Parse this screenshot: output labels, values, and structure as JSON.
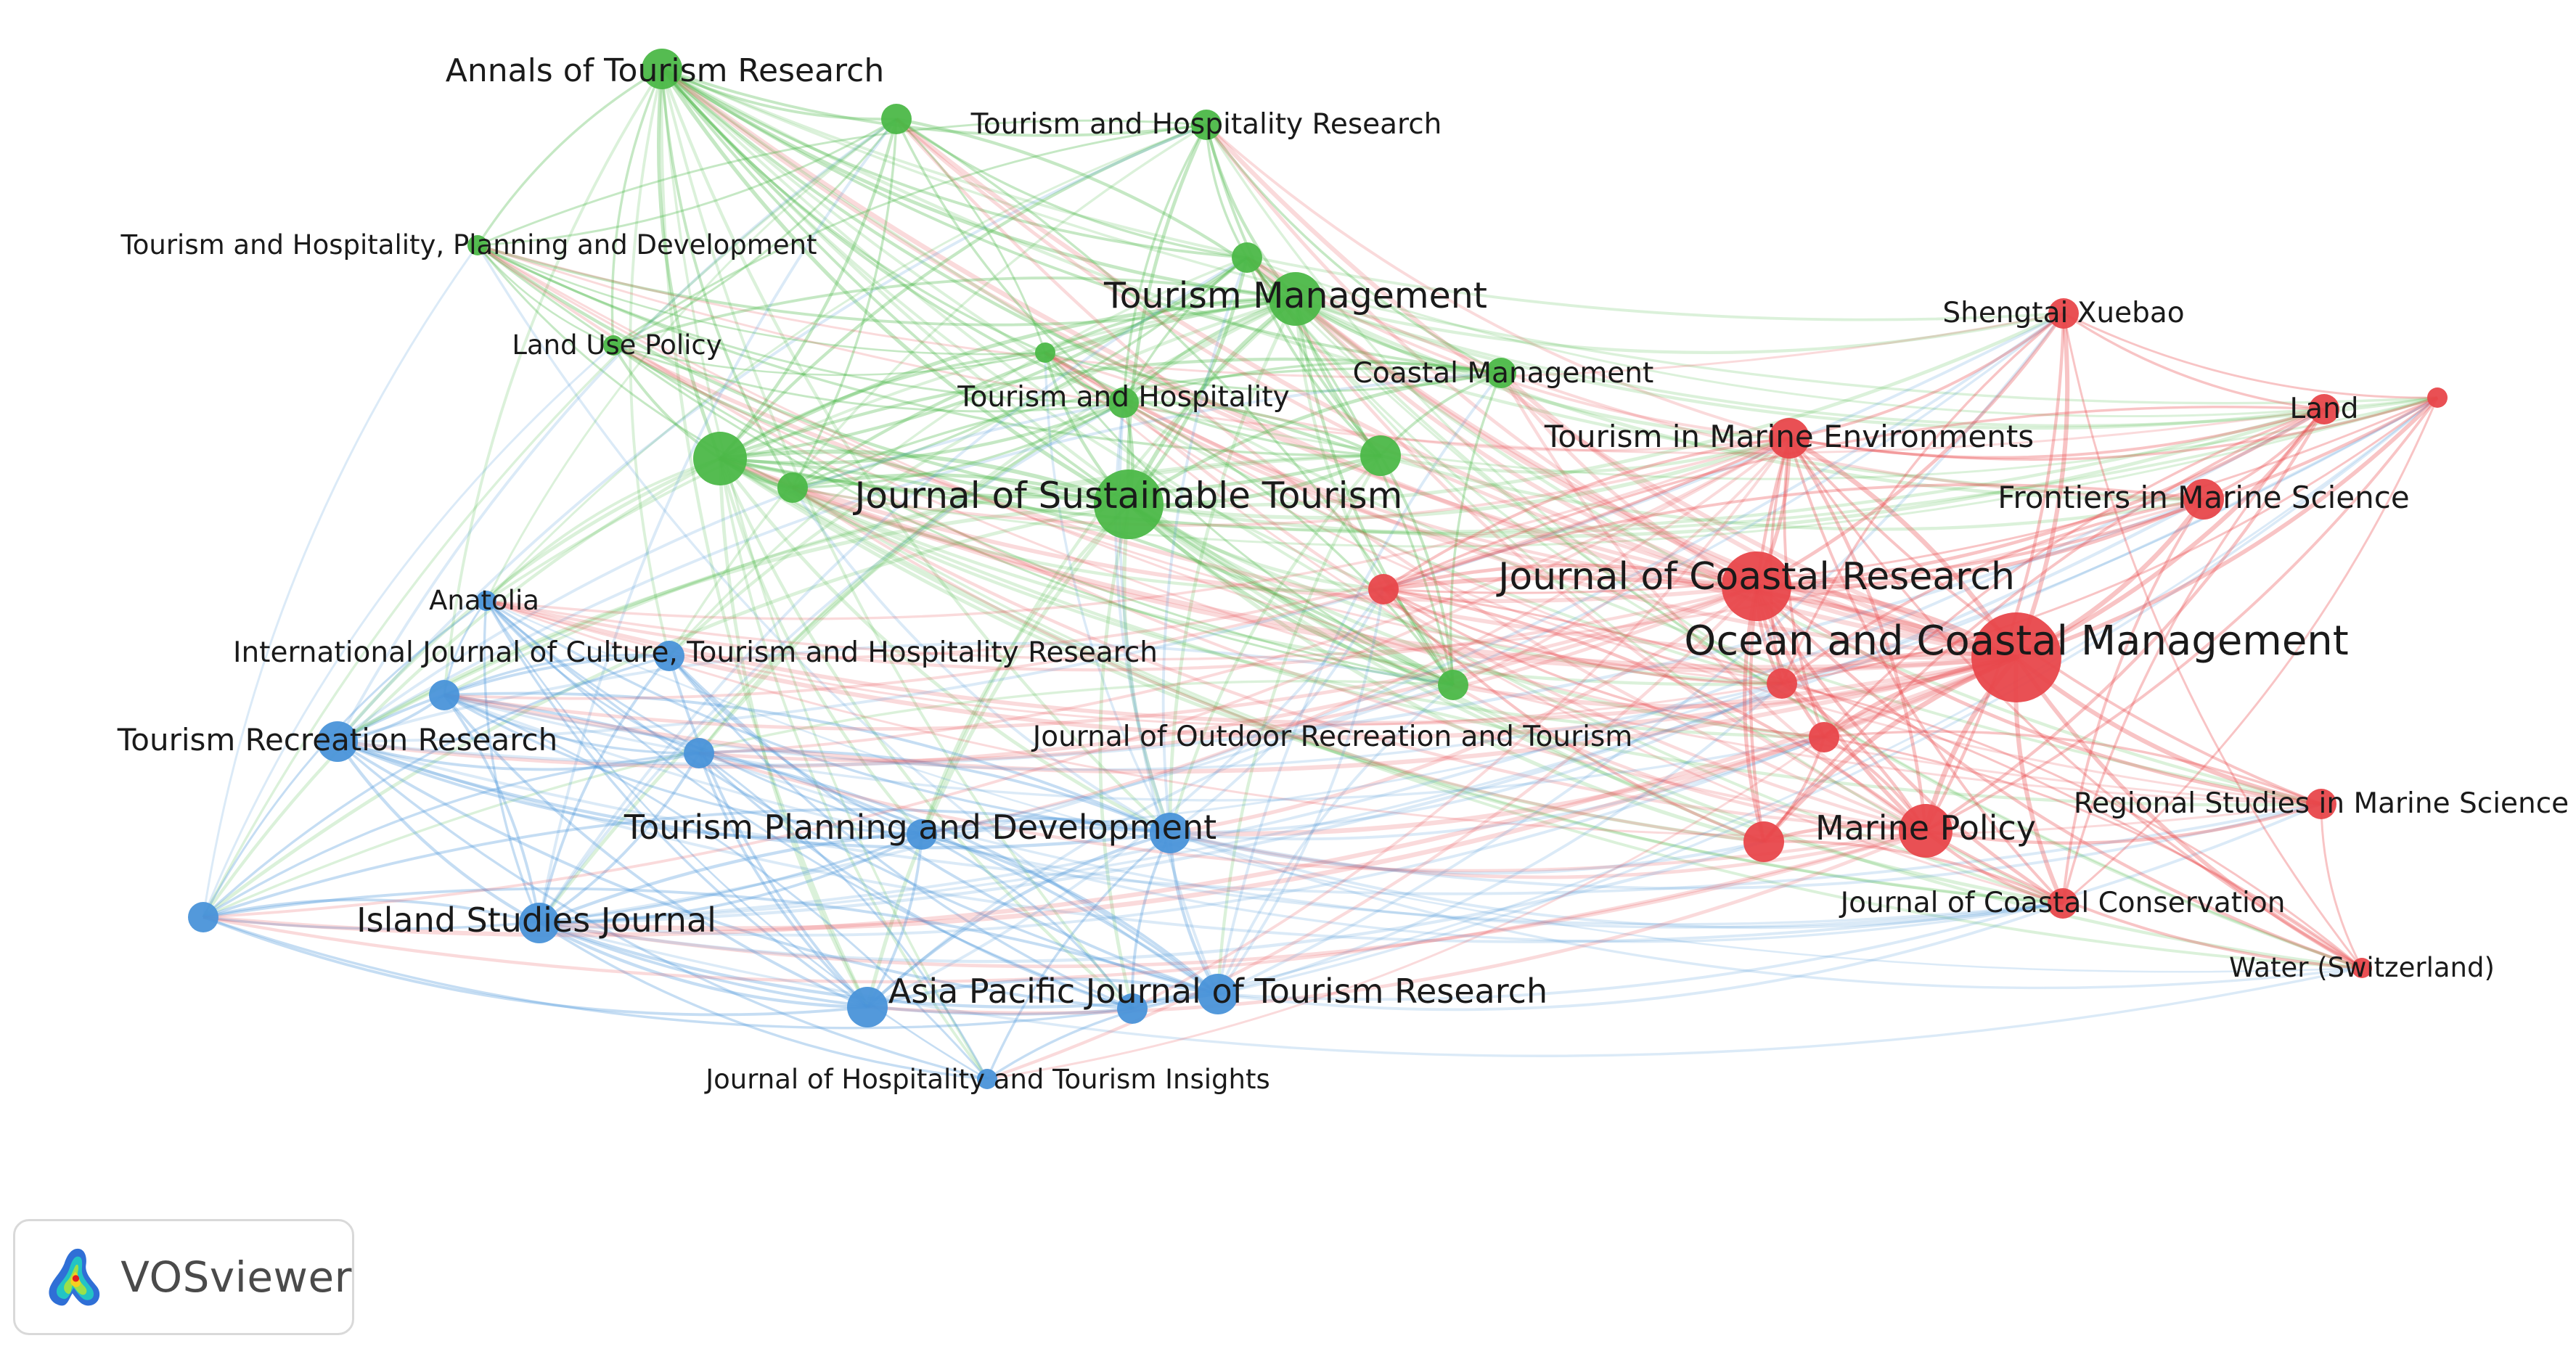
{
  "app": {
    "name": "VOSviewer",
    "logo_icon": "vosviewer-logo-icon"
  },
  "clusters": {
    "green": "#4cb848",
    "blue": "#4a94d9",
    "red": "#e8474b"
  },
  "nodes": [
    {
      "id": "annals",
      "label": "Annals of Tourism Research",
      "cluster": "green",
      "weight": 3
    },
    {
      "id": "thr",
      "label": "Tourism and Hospitality Research",
      "cluster": "green",
      "weight": 2
    },
    {
      "id": "thpd",
      "label": "Tourism and Hospitality, Planning and Development",
      "cluster": "green",
      "weight": 1
    },
    {
      "id": "tm",
      "label": "Tourism Management",
      "cluster": "green",
      "weight": 4
    },
    {
      "id": "lup",
      "label": "Land Use Policy",
      "cluster": "green",
      "weight": 1
    },
    {
      "id": "th",
      "label": "Tourism and Hospitality",
      "cluster": "green",
      "weight": 1
    },
    {
      "id": "cm",
      "label": "Coastal Management",
      "cluster": "green",
      "weight": 2
    },
    {
      "id": "jst",
      "label": "Journal of Sustainable Tourism",
      "cluster": "green",
      "weight": 5
    },
    {
      "id": "jort",
      "label": "Journal of Outdoor Recreation and Tourism",
      "cluster": "green",
      "weight": 2
    },
    {
      "id": "g_a",
      "label": "",
      "cluster": "green",
      "weight": 4
    },
    {
      "id": "g_b",
      "label": "",
      "cluster": "green",
      "weight": 2
    },
    {
      "id": "g_c",
      "label": "",
      "cluster": "green",
      "weight": 2
    },
    {
      "id": "g_d",
      "label": "",
      "cluster": "green",
      "weight": 2
    },
    {
      "id": "g_e",
      "label": "",
      "cluster": "green",
      "weight": 3
    },
    {
      "id": "g_f",
      "label": "",
      "cluster": "green",
      "weight": 2
    },
    {
      "id": "anatolia",
      "label": "Anatolia",
      "cluster": "blue",
      "weight": 1
    },
    {
      "id": "ijcthr",
      "label": "International Journal of Culture, Tourism and Hospitality Research",
      "cluster": "blue",
      "weight": 2
    },
    {
      "id": "trr",
      "label": "Tourism Recreation Research",
      "cluster": "blue",
      "weight": 3
    },
    {
      "id": "tpd",
      "label": "Tourism Planning and Development",
      "cluster": "blue",
      "weight": 3
    },
    {
      "id": "isj",
      "label": "Island Studies Journal",
      "cluster": "blue",
      "weight": 3
    },
    {
      "id": "apjtr",
      "label": "Asia Pacific Journal of Tourism Research",
      "cluster": "blue",
      "weight": 3
    },
    {
      "id": "jhti",
      "label": "Journal of Hospitality and Tourism Insights",
      "cluster": "blue",
      "weight": 1
    },
    {
      "id": "b_a",
      "label": "",
      "cluster": "blue",
      "weight": 2
    },
    {
      "id": "b_b",
      "label": "",
      "cluster": "blue",
      "weight": 2
    },
    {
      "id": "b_c",
      "label": "",
      "cluster": "blue",
      "weight": 2
    },
    {
      "id": "b_d",
      "label": "",
      "cluster": "blue",
      "weight": 3
    },
    {
      "id": "b_e",
      "label": "",
      "cluster": "blue",
      "weight": 2
    },
    {
      "id": "b_f",
      "label": "",
      "cluster": "blue",
      "weight": 2
    },
    {
      "id": "ocm",
      "label": "Ocean and Coastal Management",
      "cluster": "red",
      "weight": 8
    },
    {
      "id": "jcr",
      "label": "Journal of Coastal Research",
      "cluster": "red",
      "weight": 5
    },
    {
      "id": "mp",
      "label": "Marine Policy",
      "cluster": "red",
      "weight": 4
    },
    {
      "id": "time",
      "label": "Tourism in Marine Environments",
      "cluster": "red",
      "weight": 3
    },
    {
      "id": "fms",
      "label": "Frontiers in Marine Science",
      "cluster": "red",
      "weight": 3
    },
    {
      "id": "sx",
      "label": "Shengtai Xuebao",
      "cluster": "red",
      "weight": 2
    },
    {
      "id": "land",
      "label": "Land",
      "cluster": "red",
      "weight": 2
    },
    {
      "id": "rsms",
      "label": "Regional Studies in Marine Science",
      "cluster": "red",
      "weight": 2
    },
    {
      "id": "jcc",
      "label": "Journal of Coastal Conservation",
      "cluster": "red",
      "weight": 2
    },
    {
      "id": "water",
      "label": "Water (Switzerland)",
      "cluster": "red",
      "weight": 1
    },
    {
      "id": "r_a",
      "label": "",
      "cluster": "red",
      "weight": 2
    },
    {
      "id": "r_b",
      "label": "",
      "cluster": "red",
      "weight": 3
    },
    {
      "id": "r_c",
      "label": "",
      "cluster": "red",
      "weight": 2
    },
    {
      "id": "r_d",
      "label": "",
      "cluster": "red",
      "weight": 2
    },
    {
      "id": "r_e",
      "label": "",
      "cluster": "red",
      "weight": 1
    }
  ]
}
